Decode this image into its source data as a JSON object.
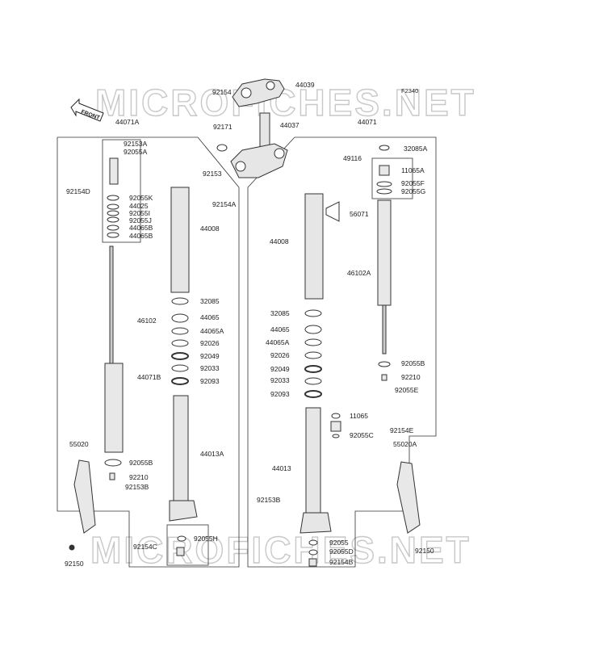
{
  "watermark": "MICROFICHES.NET",
  "figure_code": "F2340",
  "front_label": "FRONT",
  "labels": {
    "l44039": "44039",
    "l92154": "92154",
    "l44037": "44037",
    "l92171": "92171",
    "l92153": "92153",
    "l92154A": "92154A",
    "l44071A": "44071A",
    "l44071": "44071",
    "l92153A": "92153A",
    "l92055A": "92055A",
    "l92154D": "92154D",
    "l92055K": "92055K",
    "l44025": "44025",
    "l92055I": "92055I",
    "l92055J": "92055J",
    "l44065B": "44065B",
    "l44065B2": "44065B",
    "l44008L": "44008",
    "l46102": "46102",
    "l44071B": "44071B",
    "l32085": "32085",
    "l44065L": "44065",
    "l44065AL": "44065A",
    "l92026L": "92026",
    "l92049L": "92049",
    "l92033L": "92033",
    "l92093L": "92093",
    "l55020": "55020",
    "l92055B": "92055B",
    "l92210L": "92210",
    "l92153B": "92153B",
    "l44013A": "44013A",
    "l92055H": "92055H",
    "l92154C": "92154C",
    "l92150L": "92150",
    "l32085A": "32085A",
    "l49116": "49116",
    "l11065A": "11065A",
    "l92055F": "92055F",
    "l92055G": "92055G",
    "l56071": "56071",
    "l44008R": "44008",
    "l46102A": "46102A",
    "l32085R": "32085",
    "l44065R": "44065",
    "l44065AR": "44065A",
    "l92026R": "92026",
    "l92049R": "92049",
    "l92033R": "92033",
    "l92093R": "92093",
    "l92055BR": "92055B",
    "l92210R": "92210",
    "l92055E": "92055E",
    "l11065": "11065",
    "l92154E": "92154E",
    "l92055C": "92055C",
    "l55020A": "55020A",
    "l44013": "44013",
    "l92153BR": "92153B",
    "l92055R": "92055",
    "l92055D": "92055D",
    "l92154B": "92154B",
    "l92150R": "92150"
  }
}
